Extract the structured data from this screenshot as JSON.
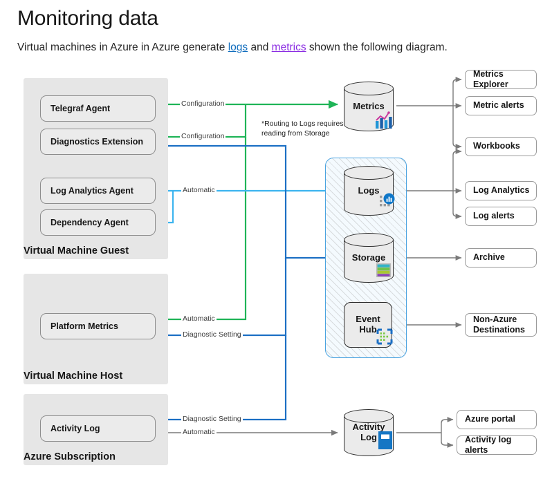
{
  "page": {
    "title": "Monitoring data",
    "intro_before": "Virtual machines in Azure in Azure generate ",
    "intro_link1": "logs",
    "intro_mid": " and ",
    "intro_link2": "metrics",
    "intro_after": " shown the following diagram."
  },
  "colors": {
    "green": "#1fb457",
    "light_blue": "#3cb4ef",
    "dark_blue": "#1b6fc4",
    "gray_line": "#7a7a7a",
    "group_fill": "#e6e6e6",
    "node_fill": "#ebebeb",
    "hatch_border": "#4aa3e0",
    "link_logs": "#0f6cbd",
    "link_metrics": "#8a2be2"
  },
  "groups": [
    {
      "label": "Virtual Machine Guest"
    },
    {
      "label": "Virtual Machine Host"
    },
    {
      "label": "Azure Subscription"
    }
  ],
  "sources": [
    {
      "label": "Telegraf Agent"
    },
    {
      "label": "Diagnostics Extension"
    },
    {
      "label": "Log Analytics Agent"
    },
    {
      "label": "Dependency Agent"
    },
    {
      "label": "Platform Metrics"
    },
    {
      "label": "Activity Log"
    }
  ],
  "stores": [
    {
      "label": "Metrics",
      "icon": "metrics-chart-icon"
    },
    {
      "label": "Logs",
      "icon": "logs-analytics-icon"
    },
    {
      "label": "Storage",
      "icon": "storage-account-icon"
    },
    {
      "label": "Event\nHub",
      "icon": "event-hub-icon"
    },
    {
      "label": "Activity\nLog",
      "icon": "activity-log-icon"
    }
  ],
  "destinations": [
    {
      "label": "Metrics Explorer"
    },
    {
      "label": "Metric alerts"
    },
    {
      "label": "Workbooks"
    },
    {
      "label": "Log Analytics"
    },
    {
      "label": "Log alerts"
    },
    {
      "label": "Archive"
    },
    {
      "label": "Non-Azure\nDestinations"
    },
    {
      "label": "Azure portal"
    },
    {
      "label": "Activity log alerts"
    }
  ],
  "edge_labels": {
    "configuration_1": "Configuration",
    "configuration_2": "Configuration",
    "automatic_1": "Automatic",
    "automatic_2": "Automatic",
    "automatic_3": "Automatic",
    "diagnostic_setting_1": "Diagnostic Setting",
    "diagnostic_setting_2": "Diagnostic Setting"
  },
  "footnote": "*Routing to Logs requires\nreading from Storage"
}
